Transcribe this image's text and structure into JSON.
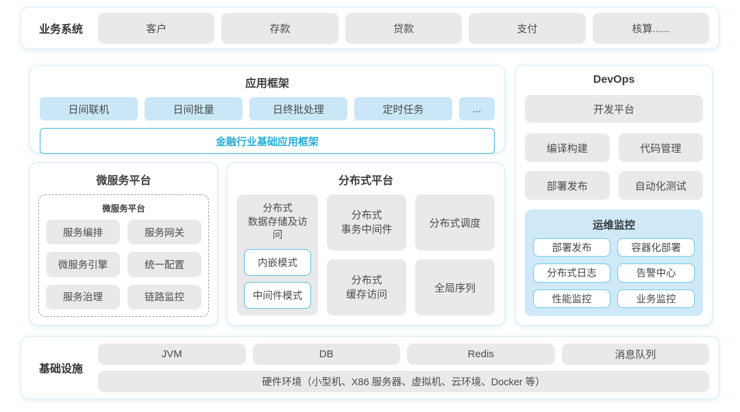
{
  "colors": {
    "accent_cyan": "#27aed6",
    "accent_border": "#3cb6da",
    "light_blue_box": "#c9e7f7",
    "ops_panel_bg": "#cfe9f8",
    "gray_box": "#e9e9e9",
    "card_border": "#d5edf4"
  },
  "business_systems": {
    "label": "业务系统",
    "items": [
      "客户",
      "存款",
      "贷款",
      "支付",
      "核算......"
    ]
  },
  "app_framework": {
    "title": "应用框架",
    "items": [
      "日间联机",
      "日间批量",
      "日终批处理",
      "定时任务",
      "..."
    ],
    "base": "金融行业基础应用框架"
  },
  "microservice": {
    "title": "微服务平台",
    "inner_title": "微服务平台",
    "items": [
      "服务编排",
      "服务网关",
      "微服务引擎",
      "统一配置",
      "服务治理",
      "链路监控"
    ]
  },
  "distributed": {
    "title": "分布式平台",
    "storage": {
      "label": "分布式\n数据存储及访问",
      "modes": [
        "内嵌模式",
        "中间件模式"
      ]
    },
    "items": [
      "分布式\n事务中间件",
      "分布式调度",
      "分布式\n缓存访问",
      "全局序列"
    ]
  },
  "devops": {
    "title": "DevOps",
    "platform": "开发平台",
    "tools": [
      "编译构建",
      "代码管理",
      "部署发布",
      "自动化测试"
    ],
    "ops_monitor": {
      "title": "运维监控",
      "items": [
        "部署发布",
        "容器化部署",
        "分布式日志",
        "告警中心",
        "性能监控",
        "业务监控"
      ]
    }
  },
  "infrastructure": {
    "label": "基础设施",
    "items": [
      "JVM",
      "DB",
      "Redis",
      "消息队列"
    ],
    "hardware": "硬件环境（小型机、X86 服务器、虚拟机、云环境、Docker 等）"
  }
}
